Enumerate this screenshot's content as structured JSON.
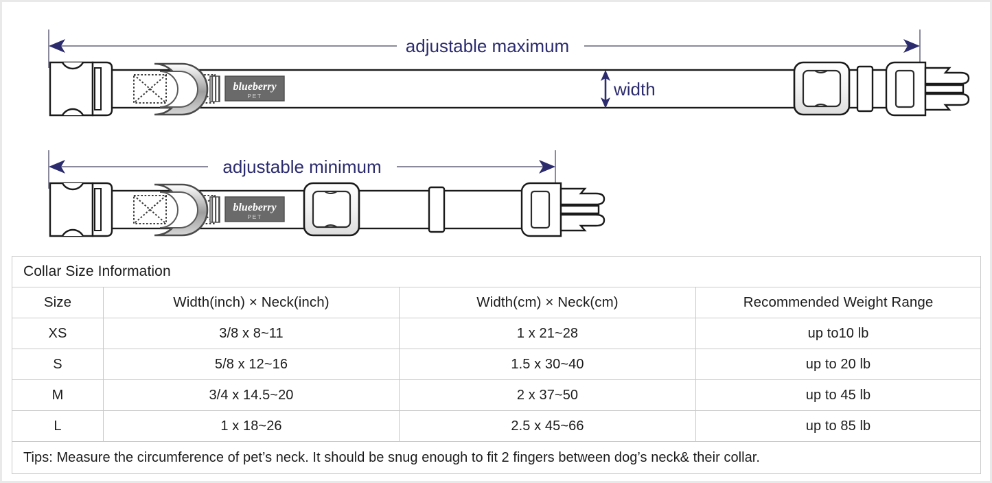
{
  "diagram": {
    "labels": {
      "adjustable_maximum": "adjustable maximum",
      "adjustable_minimum": "adjustable minimum",
      "width": "width"
    },
    "brand_label": {
      "name": "blueberry",
      "sub": "PET"
    },
    "colors": {
      "dimension": "#2b2b6e",
      "extension_line": "#8a8a9c",
      "outline": "#1a1a1a",
      "hardware_fill": "#ffffff",
      "tag_fill": "#6a6a6a",
      "border": "#e9e9e9"
    }
  },
  "table": {
    "title": "Collar Size Information",
    "headers": [
      "Size",
      "Width(inch)  ×  Neck(inch)",
      "Width(cm)  ×  Neck(cm)",
      "Recommended Weight Range"
    ],
    "rows": [
      {
        "size": "XS",
        "inch": "3/8 x 8~11",
        "cm": "1 x 21~28",
        "weight": "up to10 lb"
      },
      {
        "size": "S",
        "inch": "5/8 x 12~16",
        "cm": "1.5 x 30~40",
        "weight": "up to 20 lb"
      },
      {
        "size": "M",
        "inch": "3/4 x 14.5~20",
        "cm": "2 x 37~50",
        "weight": "up to 45 lb"
      },
      {
        "size": "L",
        "inch": "1 x 18~26",
        "cm": "2.5 x 45~66",
        "weight": "up to 85 lb"
      }
    ],
    "tips": "Tips: Measure the circumference of pet’s neck. It should be snug enough to fit 2 fingers between dog’s neck& their collar."
  }
}
